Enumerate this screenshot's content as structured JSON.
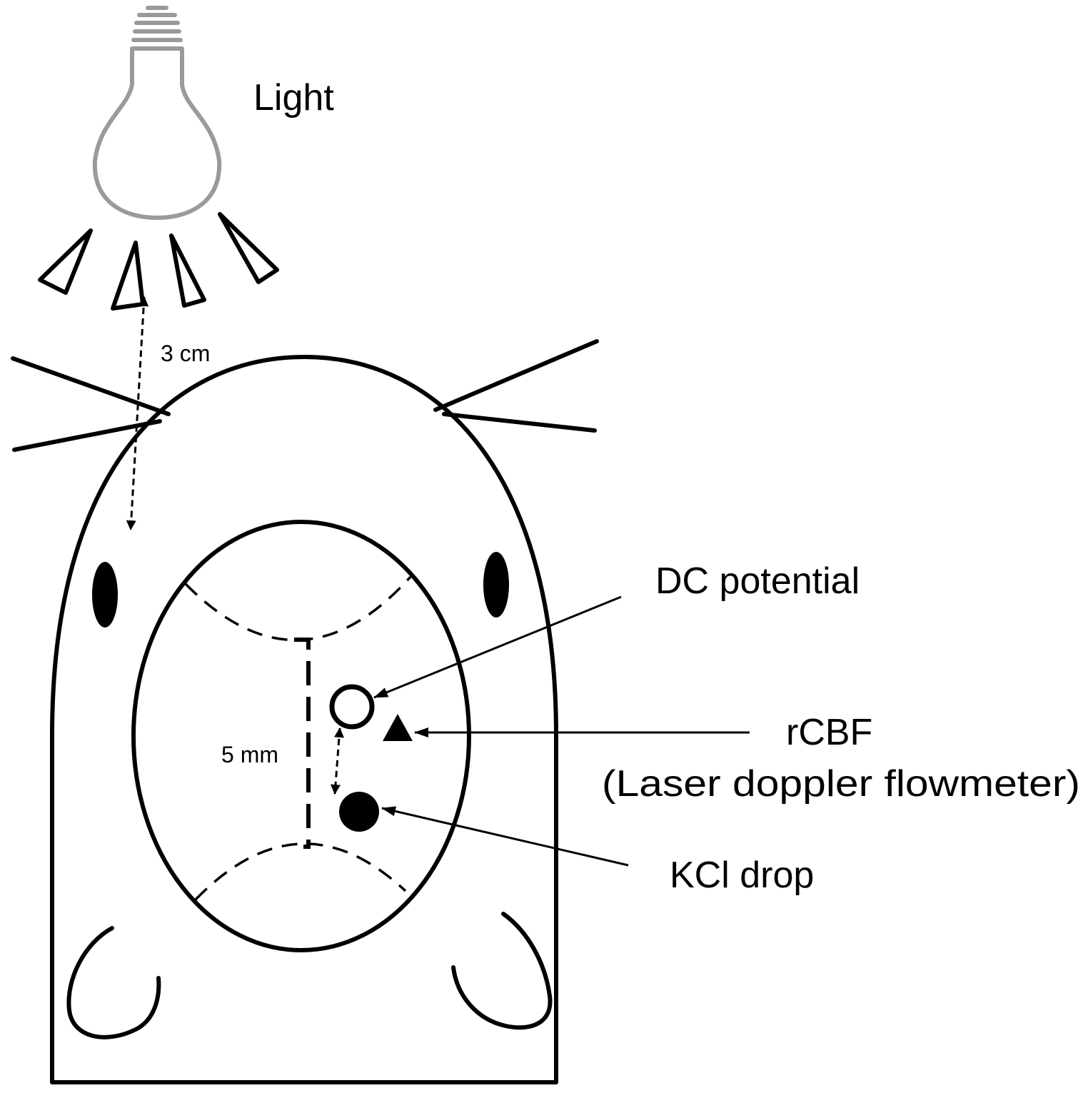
{
  "labels": {
    "light": "Light",
    "distance_top": "3 cm",
    "distance_inner": "5 mm",
    "dc_potential": "DC potential",
    "rcbf": "rCBF",
    "rcbf_method": "(Laser doppler flowmeter)",
    "kcl_drop": "KCl drop"
  },
  "colors": {
    "bulb": "#9a9a9a",
    "ink": "#000000",
    "background": "#ffffff"
  },
  "icons": {
    "bulb": "lightbulb-icon",
    "electrode": "open-circle-marker",
    "flowmeter": "filled-triangle-marker",
    "kcl": "filled-circle-marker"
  }
}
